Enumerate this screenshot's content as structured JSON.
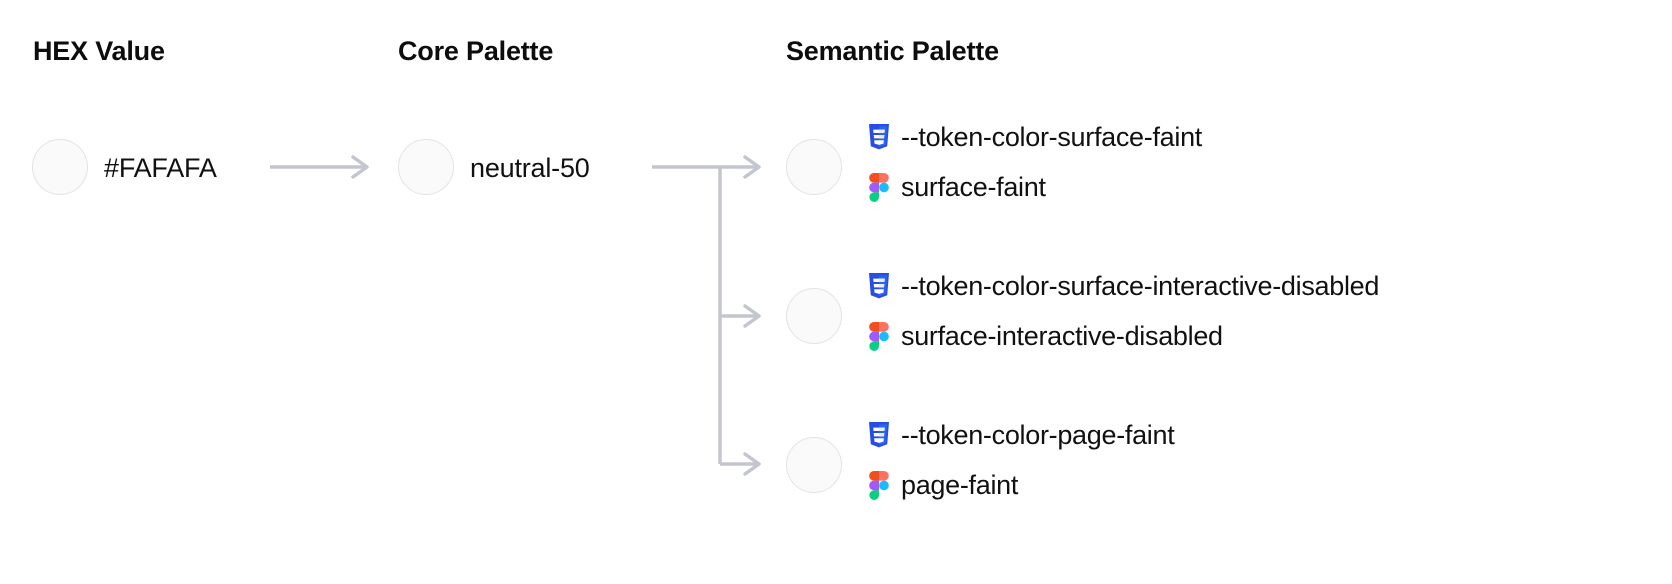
{
  "columns": {
    "hex": {
      "title": "HEX Value"
    },
    "core": {
      "title": "Core Palette"
    },
    "semantic": {
      "title": "Semantic Palette"
    }
  },
  "swatch_color": "#FAFAFA",
  "swatch_border_color": "#E3E3E6",
  "connector_color": "#C3C6CE",
  "hex": {
    "value": "#FAFAFA"
  },
  "core": {
    "value": "neutral-50"
  },
  "semantic": {
    "rows": [
      {
        "css_icon": "css3-icon",
        "css_token": "--token-color-surface-faint",
        "figma_icon": "figma-icon",
        "figma_token": "surface-faint"
      },
      {
        "css_icon": "css3-icon",
        "css_token": "--token-color-surface-interactive-disabled",
        "figma_icon": "figma-icon",
        "figma_token": "surface-interactive-disabled"
      },
      {
        "css_icon": "css3-icon",
        "css_token": "--token-color-page-faint",
        "figma_icon": "figma-icon",
        "figma_token": "page-faint"
      }
    ]
  },
  "icon_colors": {
    "css_shield": "#264DE4",
    "css_shield_dark": "#2965F1",
    "css_glyph": "#FFFFFF",
    "figma_orange": "#F24E1E",
    "figma_red": "#FF7262",
    "figma_purple": "#A259FF",
    "figma_blue": "#1ABCFE",
    "figma_green": "#0ACF83"
  }
}
